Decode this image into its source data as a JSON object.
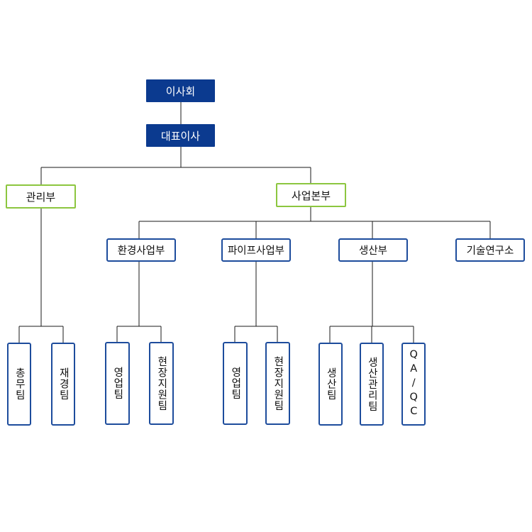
{
  "org": {
    "board": "이사회",
    "ceo": "대표이사",
    "admin": {
      "label": "관리부",
      "teams": [
        "총무팀",
        "재경팀"
      ]
    },
    "business": {
      "label": "사업본부",
      "depts": [
        {
          "label": "환경사업부",
          "teams": [
            "영업팀",
            "현장지원팀"
          ]
        },
        {
          "label": "파이프사업부",
          "teams": [
            "영업팀",
            "현장지원팀"
          ]
        },
        {
          "label": "생산부",
          "teams": [
            "생산팀",
            "생산관리팀",
            "QA/QC"
          ]
        },
        {
          "label": "기술연구소",
          "teams": []
        }
      ]
    }
  }
}
